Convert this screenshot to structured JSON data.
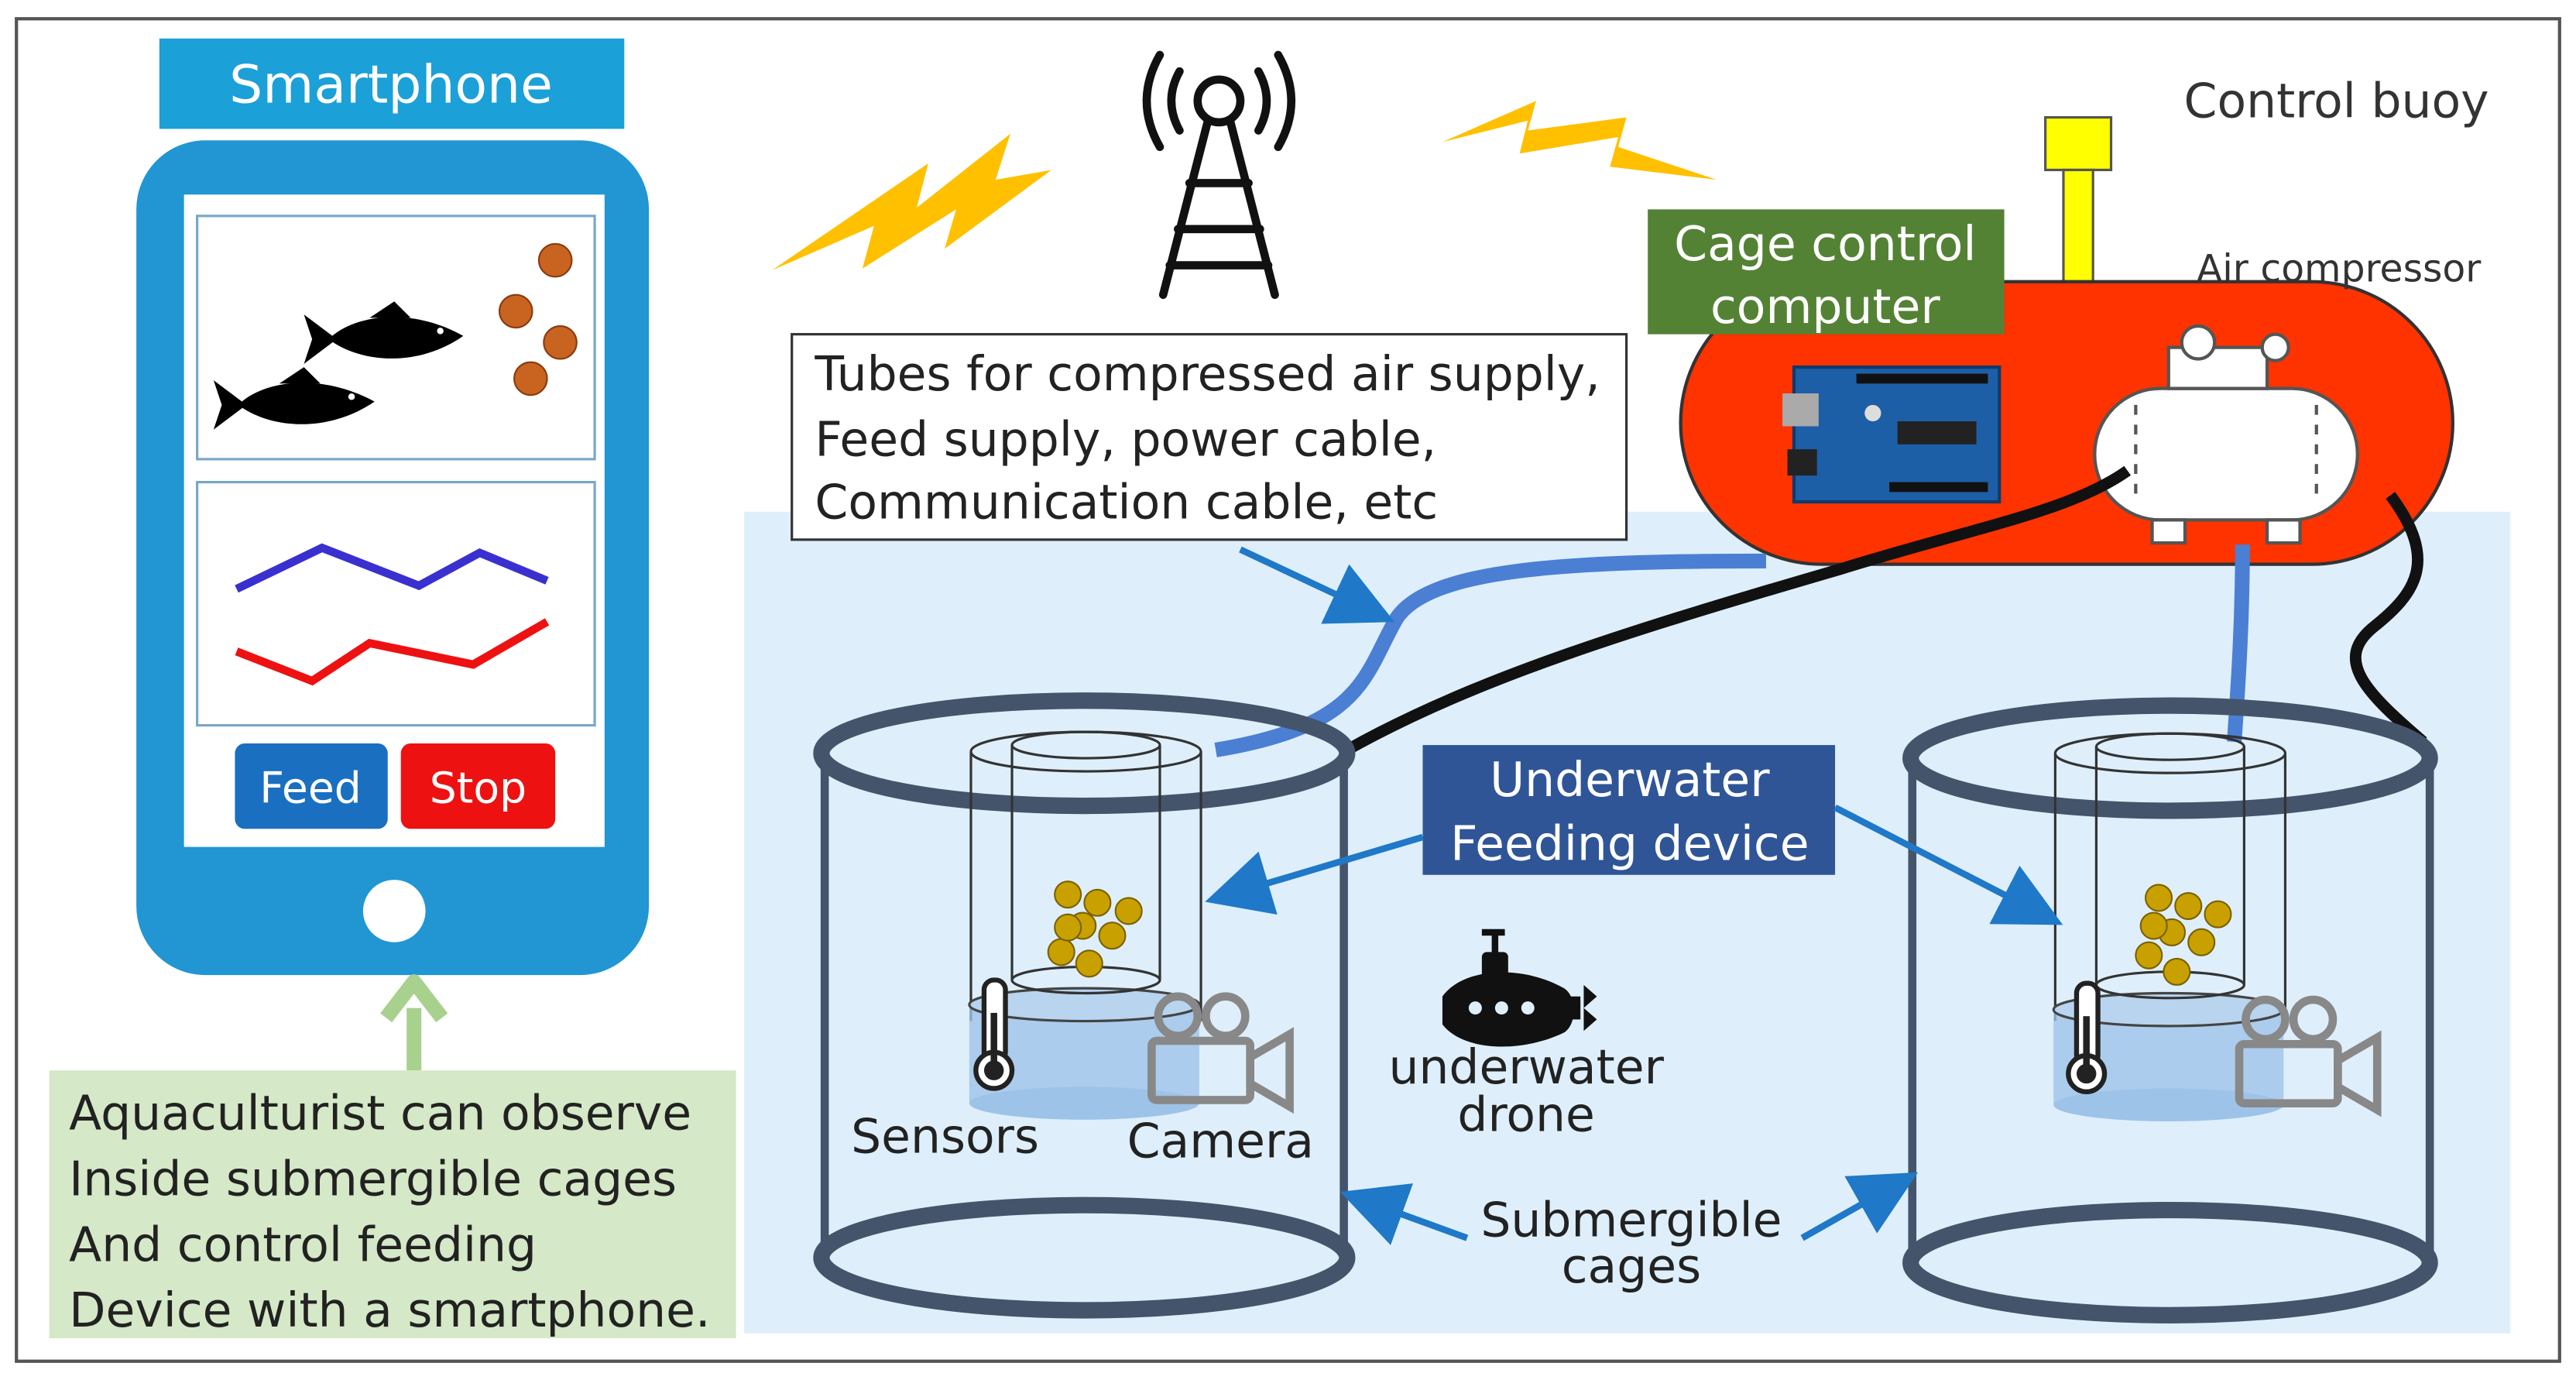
{
  "phone": {
    "label": "Smartphone",
    "feed_label": "Feed",
    "stop_label": "Stop"
  },
  "buoy": {
    "title": "Control buoy",
    "computer_label_1": "Cage control",
    "computer_label_2": "computer",
    "compressor_label": "Air compressor"
  },
  "tubes_box": {
    "line1": "Tubes for compressed air supply,",
    "line2": "Feed supply, power cable,",
    "line3": "Communication cable,  etc"
  },
  "feeding": {
    "line1": "Underwater",
    "line2": "Feeding device"
  },
  "cage_labels": {
    "sensors": "Sensors",
    "camera": "Camera",
    "drone_1": "underwater",
    "drone_2": "drone",
    "cages_1": "Submergible",
    "cages_2": "cages"
  },
  "note": {
    "line1": "Aquaculturist can observe",
    "line2": "Inside submergible cages",
    "line3": "And control feeding",
    "line4": "Device with a smartphone."
  },
  "colors": {
    "phone_blue": "#2196d3",
    "phone_header": "#1ba0d8",
    "feed_button": "#1a6fc0",
    "stop_button": "#ee1111",
    "buoy_red": "#ff3300",
    "computer_green": "#548235",
    "feeding_box": "#2f5597",
    "water": "#deeffb",
    "note_green": "#d5e8c7",
    "lightning": "#ffc000",
    "arrow_blue": "#1f78c8",
    "tube_blue": "#4a7fd4",
    "cage_ring": "#44546a",
    "pellet": "#c8a000",
    "chart_line_blue": "#3a30d0",
    "chart_line_red": "#ee1111"
  }
}
